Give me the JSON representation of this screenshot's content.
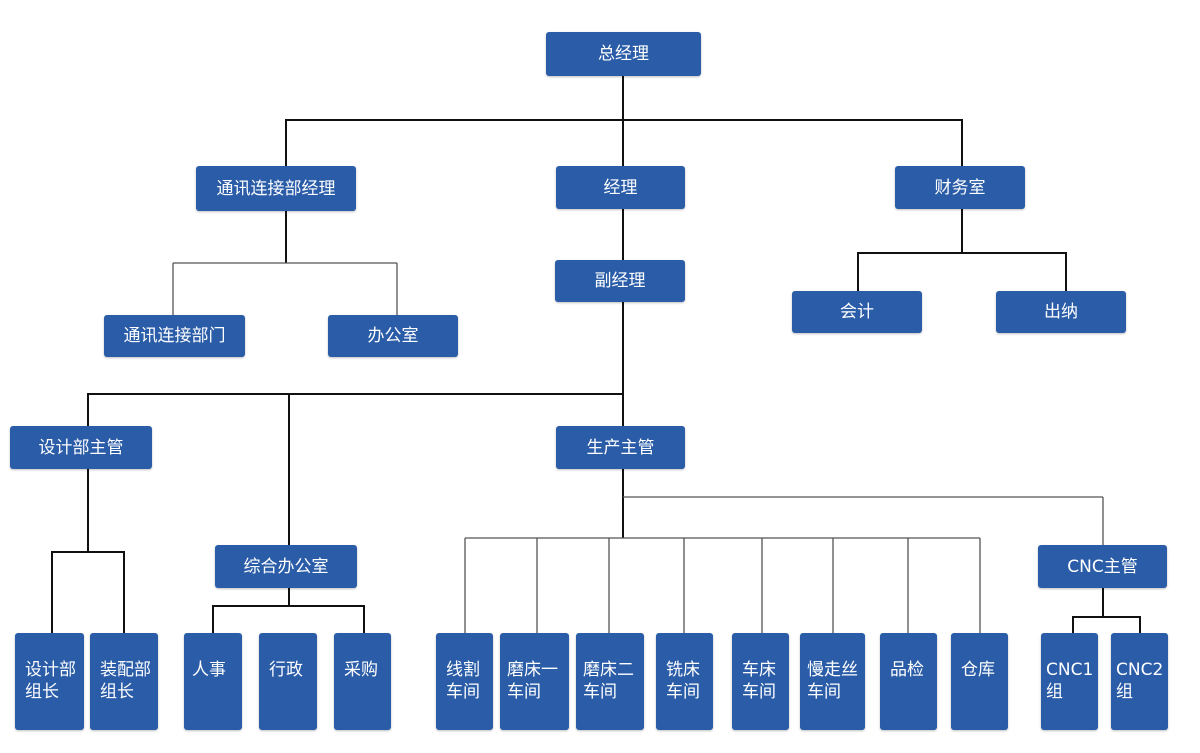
{
  "nodes": {
    "gm": "总经理",
    "comm_mgr": "通讯连接部经理",
    "manager": "经理",
    "finance": "财务室",
    "comm_dept": "通讯连接部门",
    "office": "办公室",
    "deputy": "副经理",
    "accounting": "会计",
    "cashier": "出纳",
    "design_head": "设计部主管",
    "production_head": "生产主管",
    "general_office": "综合办公室",
    "cnc_head": "CNC主管",
    "design_lead": "设计部\n组长",
    "assembly_lead": "装配部\n组长",
    "hr": "人事",
    "admin": "行政",
    "purchasing": "采购",
    "wire_cut": "线割\n车间",
    "grind1": "磨床一\n车间",
    "grind2": "磨床二\n车间",
    "mill": "铣床\n车间",
    "lathe": "车床\n车间",
    "slow_wire": "慢走丝\n车间",
    "qc": "品检",
    "warehouse": "仓库",
    "cnc1": "CNC1\n组",
    "cnc2": "CNC2\n组"
  }
}
